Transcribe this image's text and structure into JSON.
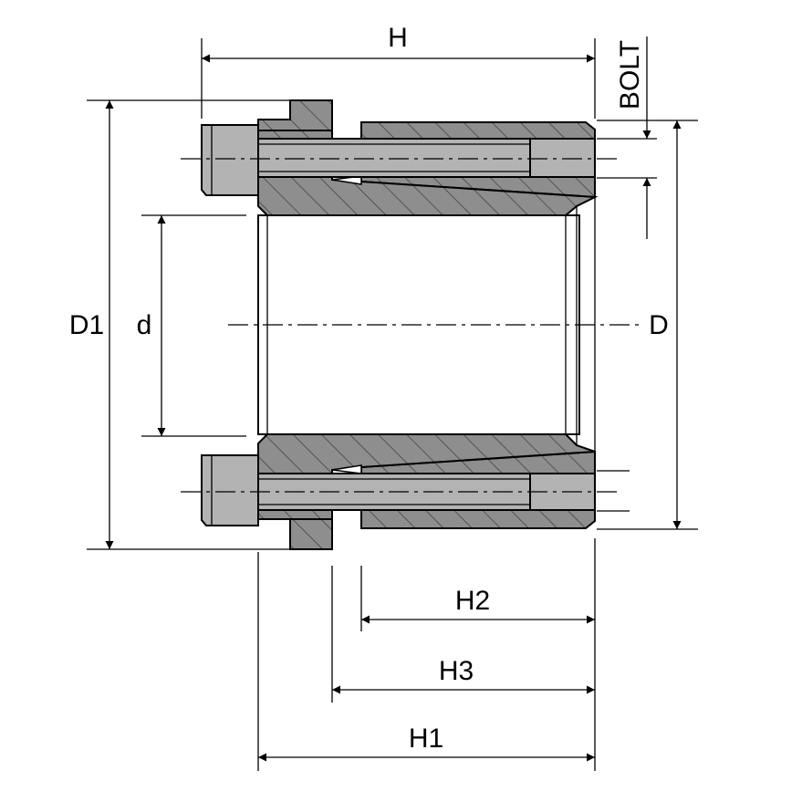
{
  "labels": {
    "H": "H",
    "bolt": "BOLT",
    "D1": "D1",
    "d": "d",
    "D": "D",
    "H2": "H2",
    "H3": "H3",
    "H1": "H1"
  },
  "colors": {
    "part_fill": "#8e8e8e",
    "bolt_fill": "#b3b3b3",
    "hatch": "#3a3a3a",
    "line": "#000000",
    "background": "#ffffff"
  }
}
